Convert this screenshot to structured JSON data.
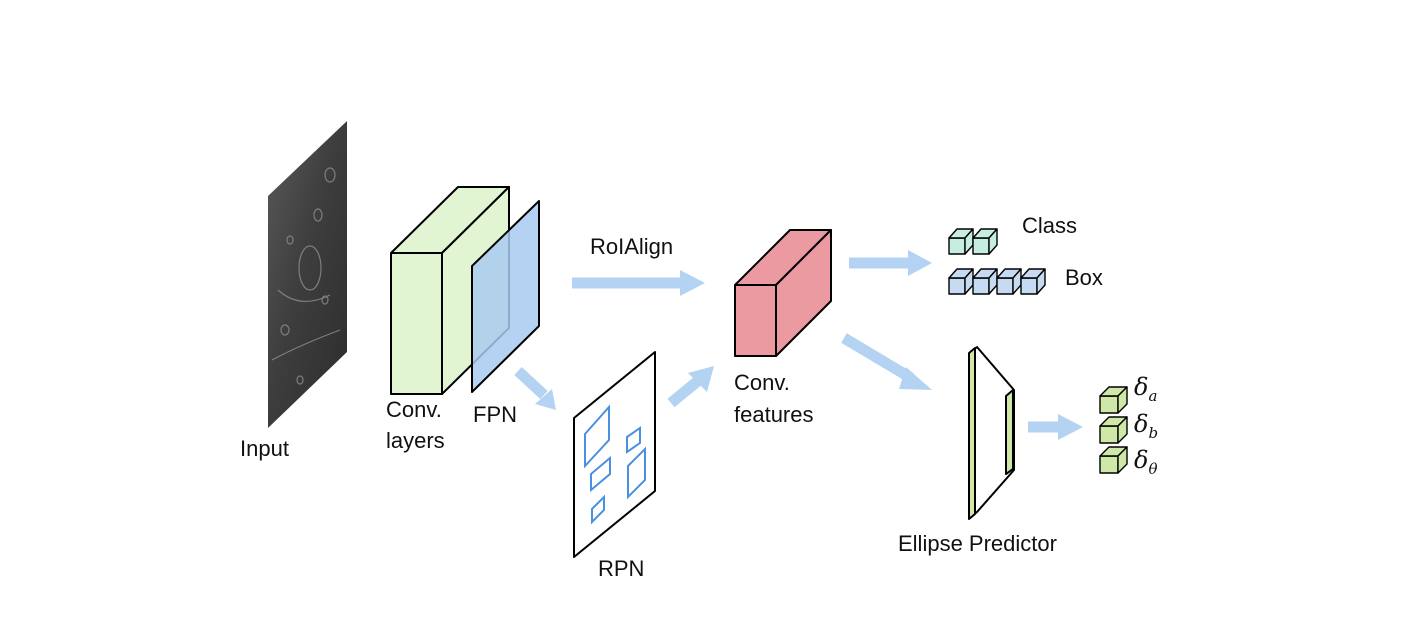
{
  "labels": {
    "input": "Input",
    "conv_layers_line1": "Conv.",
    "conv_layers_line2": "layers",
    "fpn": "FPN",
    "roialign": "RoIAlign",
    "rpn": "RPN",
    "conv_features_line1": "Conv.",
    "conv_features_line2": "features",
    "class": "Class",
    "box": "Box",
    "ellipse_predictor": "Ellipse Predictor"
  },
  "outputs": [
    {
      "symbol": "δ",
      "subscript": "a"
    },
    {
      "symbol": "δ",
      "subscript": "b"
    },
    {
      "symbol": "δ",
      "subscript": "θ"
    }
  ],
  "colors": {
    "arrow": "#b4d3f2",
    "conv_layers_fill": "#e2f5d2",
    "fpn_fill": "#a9caf0",
    "conv_features_fill": "#eb9aa2",
    "class_cube_fill": "#c6eee0",
    "box_cube_fill": "#c6daf2",
    "delta_cube_fill": "#cfe8a8",
    "rpn_box_stroke": "#4a90e2"
  },
  "icons": {
    "input": "lunar-crater-image"
  }
}
